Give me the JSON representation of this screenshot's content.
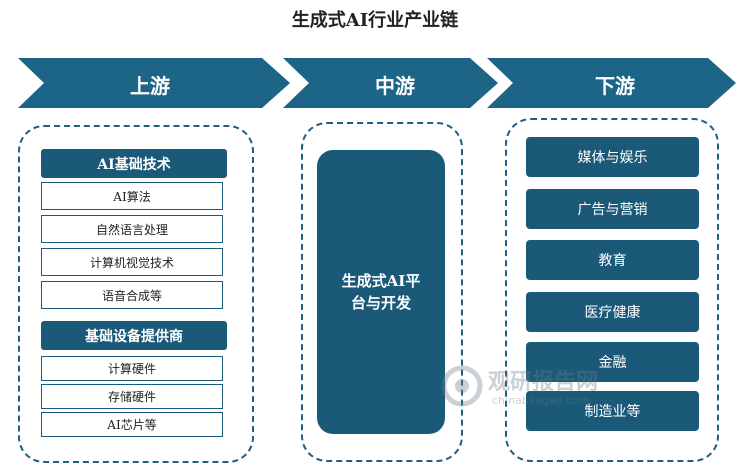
{
  "title": "生成式AI行业产业链",
  "stages": {
    "upstream": "上游",
    "midstream": "中游",
    "downstream": "下游"
  },
  "upstream": {
    "group1": {
      "header": "AI基础技术",
      "items": [
        "AI算法",
        "自然语言处理",
        "计算机视觉技术",
        "语音合成等"
      ]
    },
    "group2": {
      "header": "基础设备提供商",
      "items": [
        "计算硬件",
        "存储硬件",
        "AI芯片等"
      ]
    }
  },
  "midstream": {
    "block_line1": "生成式AI平",
    "block_line2": "台与开发"
  },
  "downstream": {
    "items": [
      "媒体与娱乐",
      "广告与营销",
      "教育",
      "医疗健康",
      "金融",
      "制造业等"
    ]
  },
  "watermark": {
    "text": "观研报告网",
    "sub": "chinabaogao.com"
  },
  "colors": {
    "primary": "#1b5979",
    "chevron": "#1d6586",
    "dash": "#1f5f82"
  }
}
